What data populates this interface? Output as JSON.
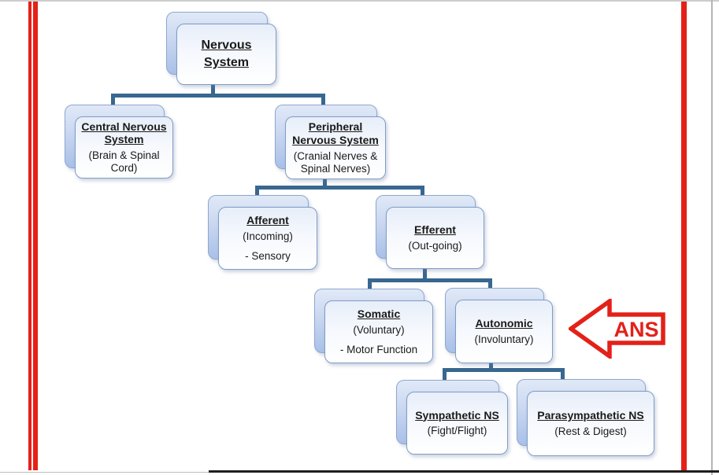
{
  "nodes": {
    "nervous": {
      "title": "Nervous System",
      "sub": ""
    },
    "central": {
      "title": "Central Nervous System",
      "sub": "(Brain & Spinal Cord)"
    },
    "peripheral": {
      "title": "Peripheral Nervous System",
      "sub": "(Cranial Nerves & Spinal Nerves)"
    },
    "afferent": {
      "title": "Afferent",
      "sub": "(Incoming)",
      "extra": "- Sensory"
    },
    "efferent": {
      "title": "Efferent",
      "sub": "(Out-going)"
    },
    "somatic": {
      "title": "Somatic",
      "sub": "(Voluntary)",
      "extra": "- Motor Function"
    },
    "autonomic": {
      "title": "Autonomic",
      "sub": "(Involuntary)"
    },
    "sympathetic": {
      "title": "Sympathetic NS",
      "sub": "(Fight/Flight)"
    },
    "parasympathetic": {
      "title": "Parasympathetic NS",
      "sub": "(Rest & Digest)"
    }
  },
  "hierarchy": {
    "nervous": [
      "central",
      "peripheral"
    ],
    "peripheral": [
      "afferent",
      "efferent"
    ],
    "efferent": [
      "somatic",
      "autonomic"
    ],
    "autonomic": [
      "sympathetic",
      "parasympathetic"
    ]
  },
  "annotation": {
    "label": "ANS",
    "points_to": "autonomic"
  },
  "colors": {
    "connector": "#38678f",
    "node_border": "#7f9cc7",
    "arrow_red": "#e32119",
    "margin_line_red": "#e32119",
    "text": "#1a1a1a"
  }
}
